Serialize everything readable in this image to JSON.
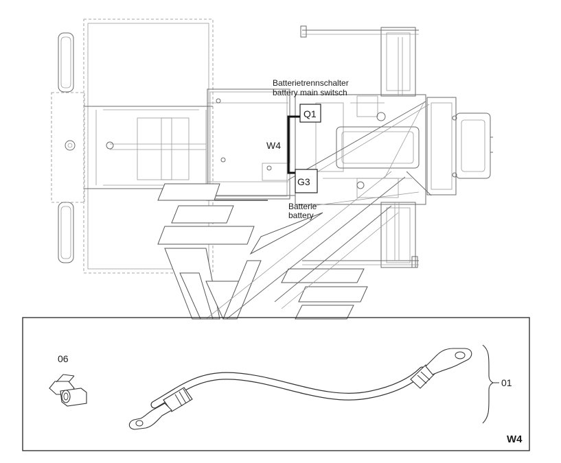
{
  "labels": {
    "switch_de": "Batterietrennschalter",
    "switch_en": "battery main switsch",
    "q1": "Q1",
    "w4_cable": "W4",
    "g3": "G3",
    "battery_de": "Batterie",
    "battery_en": "battery"
  },
  "detail": {
    "part_06": "06",
    "part_01": "01",
    "panel_title": "W4"
  }
}
